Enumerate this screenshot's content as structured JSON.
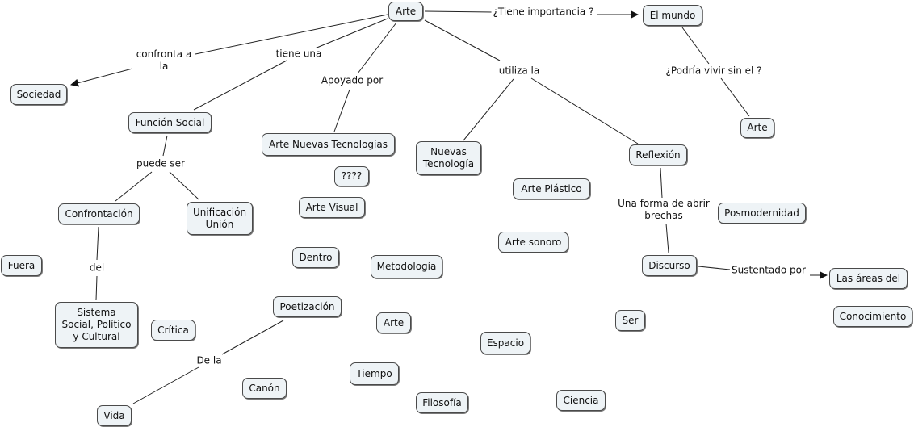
{
  "concepts": {
    "arte_top": "Arte",
    "el_mundo": "El mundo",
    "arte_right": "Arte",
    "sociedad": "Sociedad",
    "funcion_social": "Función Social",
    "arte_nuevas_tec": "Arte Nuevas Tecnologías",
    "nuevas_tec": "Nuevas\nTecnología",
    "reflexion": "Reflexión",
    "interrogantes": "????",
    "arte_plastico": "Arte Plástico",
    "confrontacion": "Confrontación",
    "unificacion": "Unificación\nUnión",
    "arte_visual": "Arte Visual",
    "posmodernidad": "Posmodernidad",
    "arte_sonoro": "Arte sonoro",
    "fuera": "Fuera",
    "dentro": "Dentro",
    "metodologia": "Metodología",
    "discurso": "Discurso",
    "las_areas": "Las áreas del",
    "poetizacion": "Poetización",
    "sistema": "Sistema\nSocial, Político\ny Cultural",
    "critica": "Crítica",
    "arte_mid": "Arte",
    "ser": "Ser",
    "conocimiento": "Conocimiento",
    "espacio": "Espacio",
    "tiempo": "Tiempo",
    "canon": "Canón",
    "filosofia": "Filosofía",
    "ciencia": "Ciencia",
    "vida": "Vida"
  },
  "linking_phrases": {
    "tiene_importancia": "¿Tiene importancia ?",
    "confronta": "confronta a\nla",
    "tiene_una": "tiene una",
    "apoyado_por": "Apoyado por",
    "utiliza_la": "utiliza la",
    "podria_vivir": "¿Podría vivir sin el ?",
    "puede_ser": "puede ser",
    "del": "del",
    "una_forma": "Una forma de abrir\nbrechas",
    "sustentado_por": "Sustentado por",
    "de_la": "De la"
  },
  "colors": {
    "node_fill": "#eef3f6",
    "node_border": "#4a4a4a",
    "line": "#222222"
  }
}
